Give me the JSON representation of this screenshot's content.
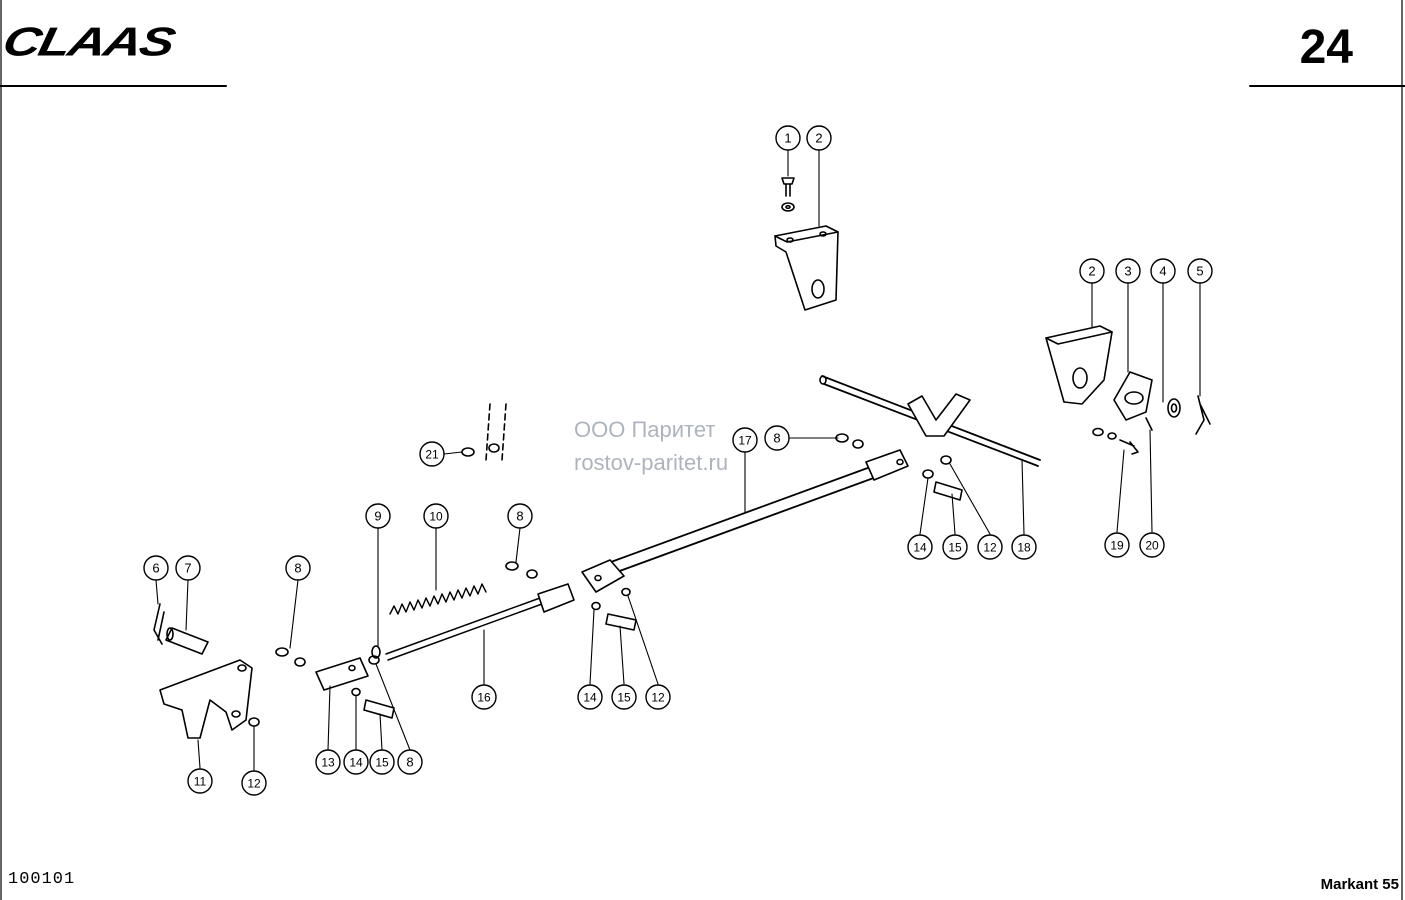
{
  "header": {
    "brand_logo": "CLAAS",
    "page_number": "24"
  },
  "footer": {
    "drawing_code": "100101",
    "model": "Markant 55"
  },
  "watermark": {
    "company": "ООО Паритет",
    "website": "rostov-paritet.ru"
  },
  "callouts": [
    {
      "id": "c1",
      "label": "1"
    },
    {
      "id": "c2a",
      "label": "2"
    },
    {
      "id": "c2b",
      "label": "2"
    },
    {
      "id": "c3",
      "label": "3"
    },
    {
      "id": "c4",
      "label": "4"
    },
    {
      "id": "c5",
      "label": "5"
    },
    {
      "id": "c21",
      "label": "21"
    },
    {
      "id": "c17",
      "label": "17"
    },
    {
      "id": "c8a",
      "label": "8"
    },
    {
      "id": "c14a",
      "label": "14"
    },
    {
      "id": "c15a",
      "label": "15"
    },
    {
      "id": "c12a",
      "label": "12"
    },
    {
      "id": "c18",
      "label": "18"
    },
    {
      "id": "c19",
      "label": "19"
    },
    {
      "id": "c20",
      "label": "20"
    },
    {
      "id": "c9",
      "label": "9"
    },
    {
      "id": "c10",
      "label": "10"
    },
    {
      "id": "c8b",
      "label": "8"
    },
    {
      "id": "c6",
      "label": "6"
    },
    {
      "id": "c7",
      "label": "7"
    },
    {
      "id": "c8c",
      "label": "8"
    },
    {
      "id": "c16",
      "label": "16"
    },
    {
      "id": "c14b",
      "label": "14"
    },
    {
      "id": "c15b",
      "label": "15"
    },
    {
      "id": "c12b",
      "label": "12"
    },
    {
      "id": "c13",
      "label": "13"
    },
    {
      "id": "c14c",
      "label": "14"
    },
    {
      "id": "c15c",
      "label": "15"
    },
    {
      "id": "c8d",
      "label": "8"
    },
    {
      "id": "c11",
      "label": "11"
    },
    {
      "id": "c12c",
      "label": "12"
    }
  ]
}
